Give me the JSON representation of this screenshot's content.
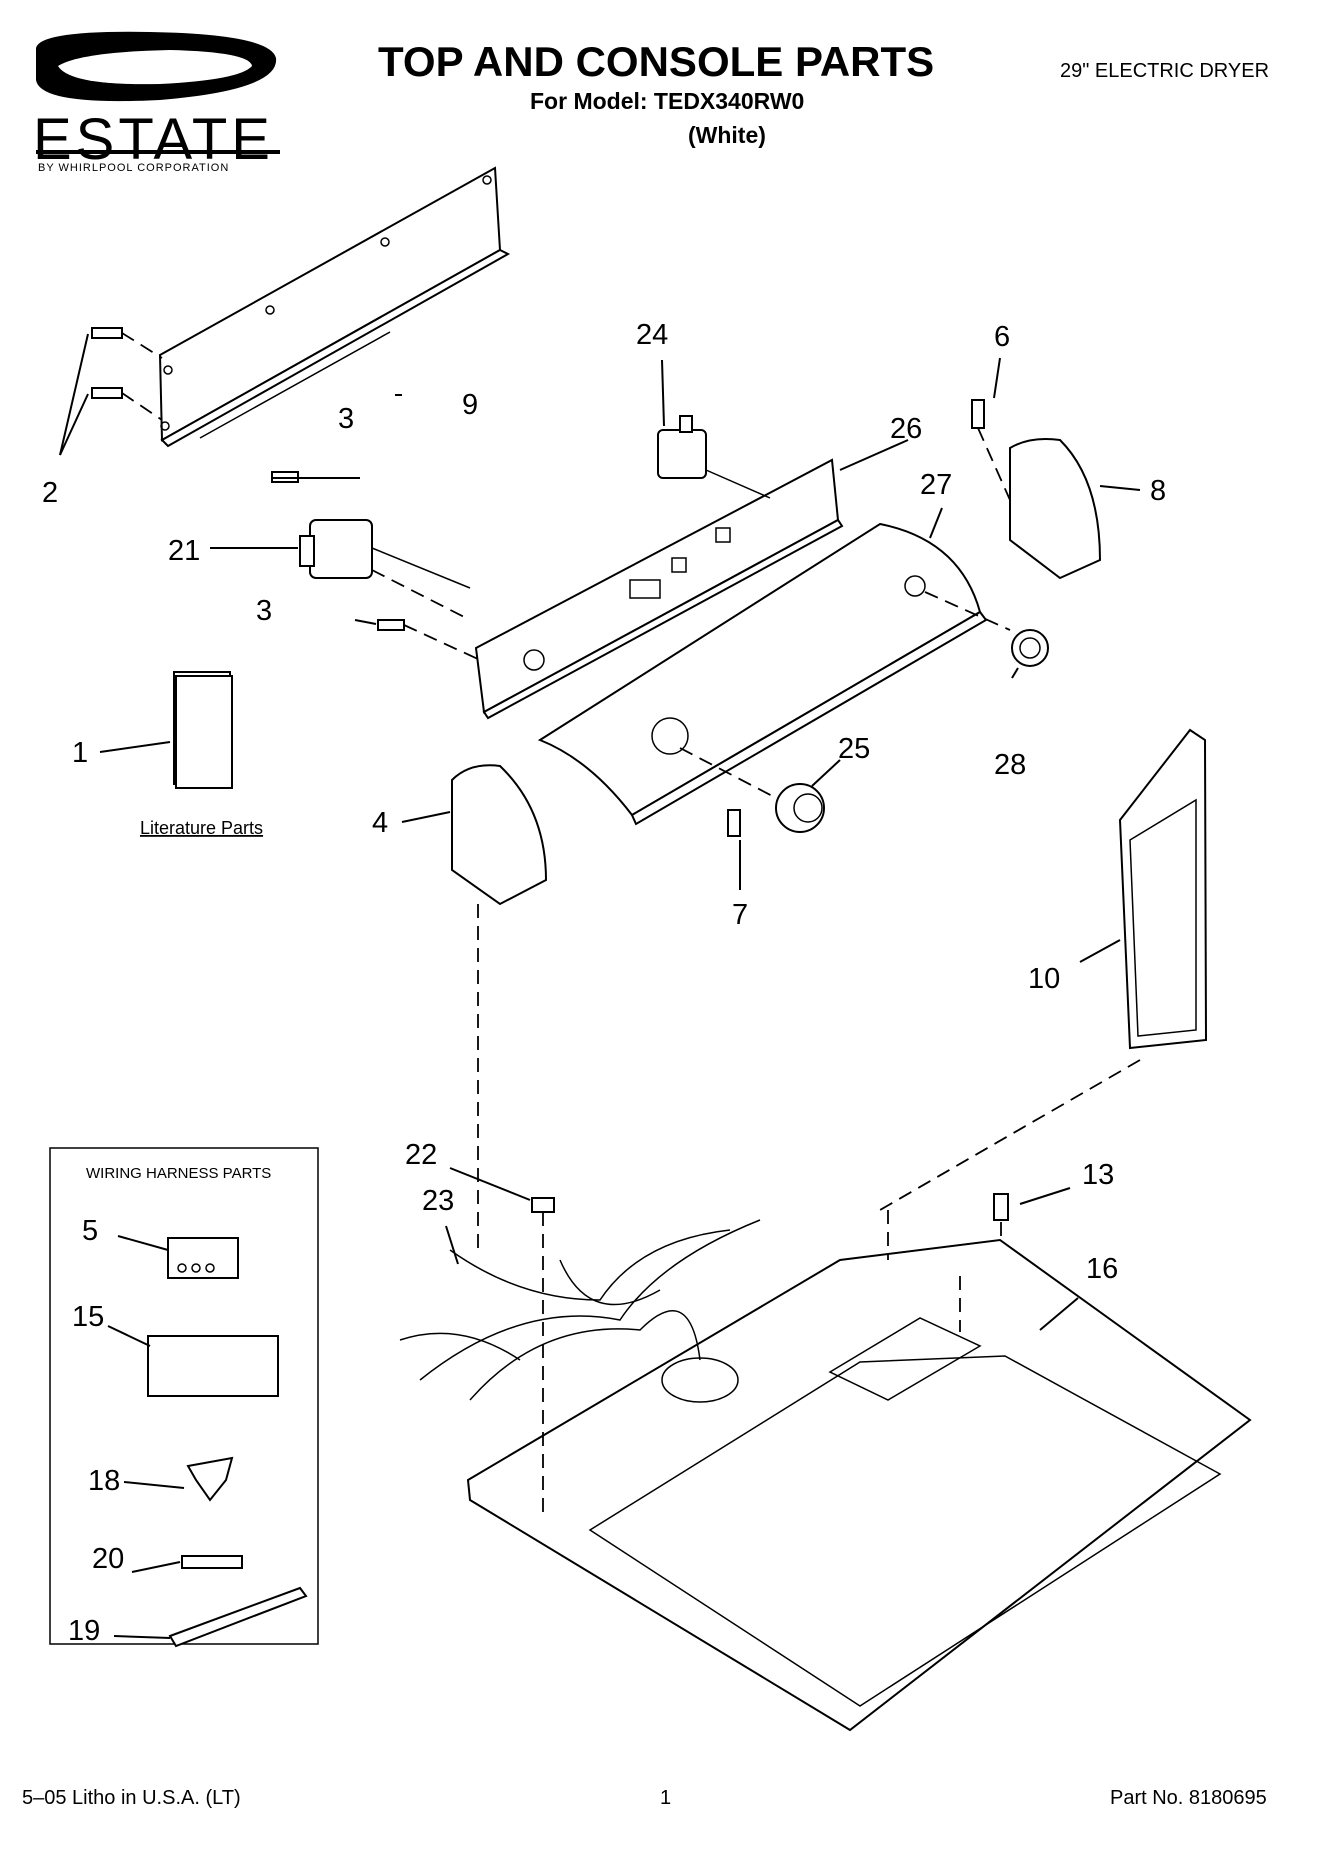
{
  "header": {
    "title": "TOP AND CONSOLE PARTS",
    "model_line": "For Model: TEDX340RW0",
    "color_line": "(White)",
    "product": "29\" ELECTRIC DRYER"
  },
  "logo": {
    "brand": "ESTATE",
    "subtitle": "BY WHIRLPOOL CORPORATION"
  },
  "labels": {
    "literature_parts": "Literature Parts",
    "wiring_harness_parts": "WIRING HARNESS PARTS"
  },
  "callouts": {
    "c1": "1",
    "c2": "2",
    "c3a": "3",
    "c3b": "3",
    "c4": "4",
    "c5": "5",
    "c6": "6",
    "c7": "7",
    "c8": "8",
    "c9": "9",
    "c10": "10",
    "c13": "13",
    "c15": "15",
    "c16": "16",
    "c18": "18",
    "c19": "19",
    "c20": "20",
    "c21": "21",
    "c22": "22",
    "c23": "23",
    "c24": "24",
    "c25": "25",
    "c26": "26",
    "c27": "27",
    "c28": "28"
  },
  "footer": {
    "litho": "5–05 Litho in U.S.A. (LT)",
    "page": "1",
    "part_no": "Part No. 8180695"
  }
}
